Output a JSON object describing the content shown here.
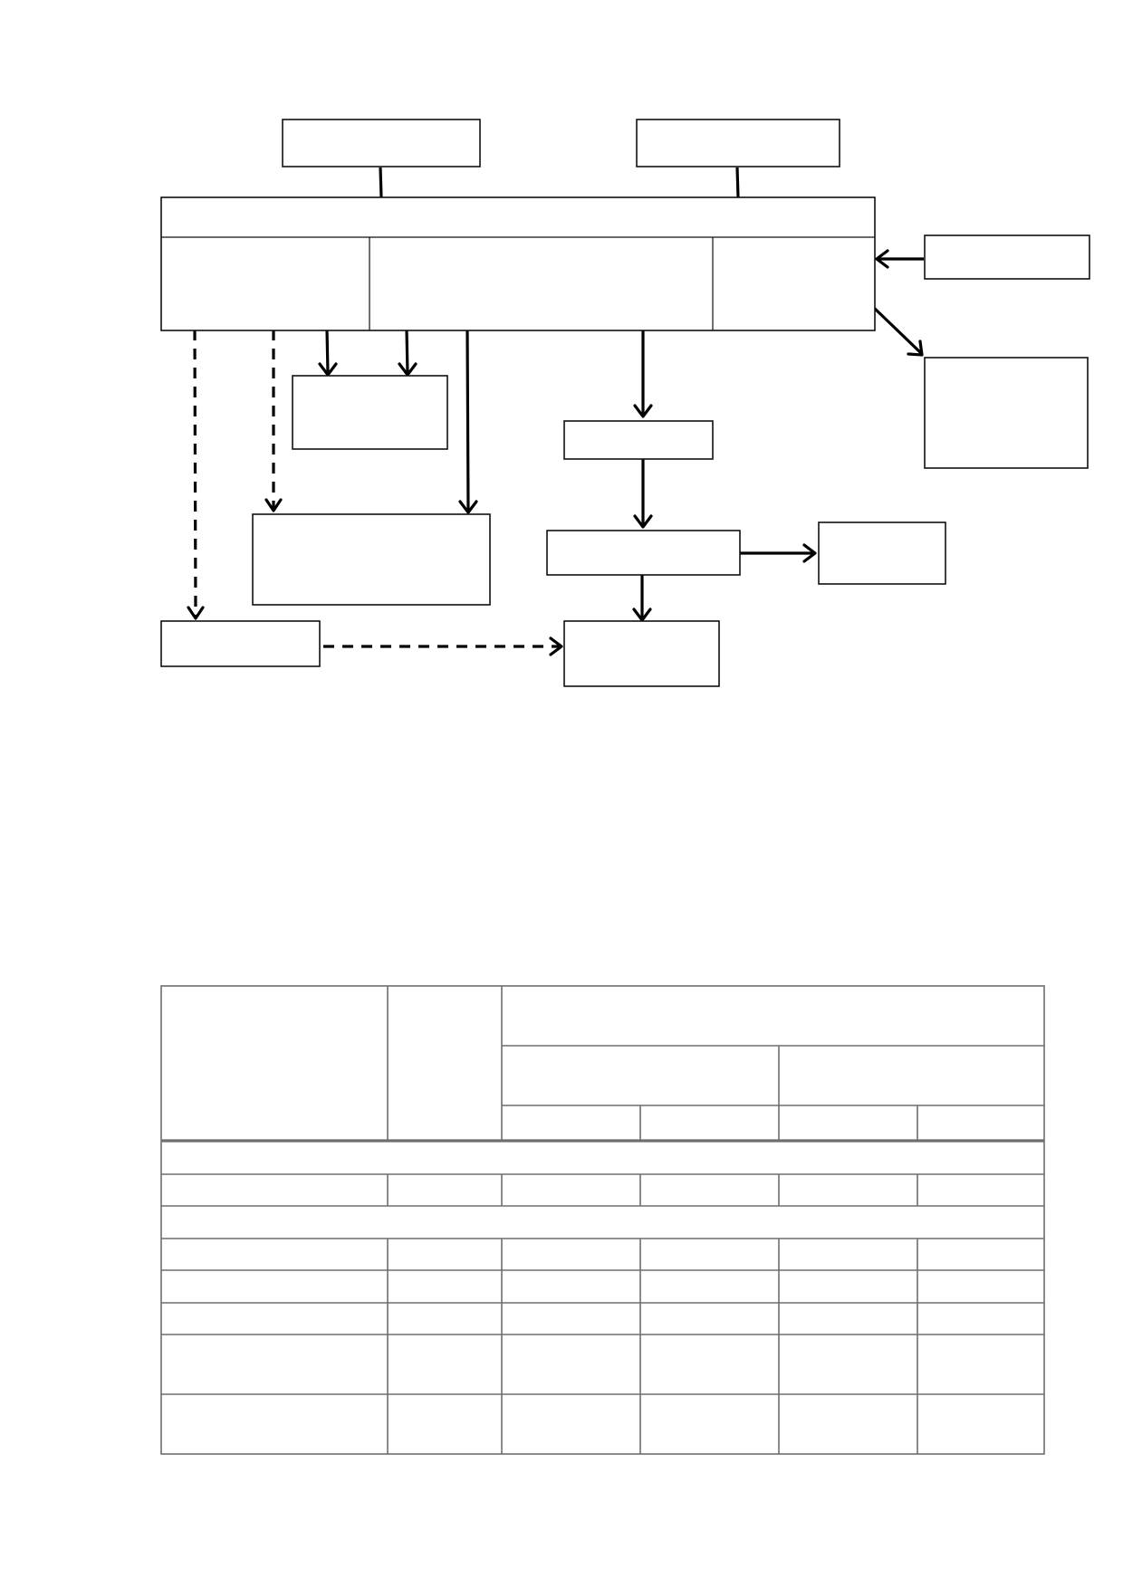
{
  "diagram": {
    "flow_chart": {
      "nodes": [
        {
          "id": "top_left"
        },
        {
          "id": "top_right"
        },
        {
          "id": "main_block"
        },
        {
          "id": "right_input"
        },
        {
          "id": "right_output"
        },
        {
          "id": "mid_left_small"
        },
        {
          "id": "center_small"
        },
        {
          "id": "left_large"
        },
        {
          "id": "center_wide"
        },
        {
          "id": "right_mid"
        },
        {
          "id": "bottom_left"
        },
        {
          "id": "bottom_center"
        }
      ],
      "edges": [
        {
          "from": "top_left",
          "to": "main_block",
          "style": "solid",
          "arrow": false
        },
        {
          "from": "top_right",
          "to": "main_block",
          "style": "solid",
          "arrow": false
        },
        {
          "from": "right_input",
          "to": "main_block",
          "style": "solid",
          "arrow": true
        },
        {
          "from": "main_block",
          "to": "right_output",
          "style": "solid",
          "arrow": true
        },
        {
          "from": "main_block",
          "to": "mid_left_small",
          "style": "solid",
          "arrow": true
        },
        {
          "from": "main_block",
          "to": "mid_left_small",
          "style": "solid",
          "arrow": true
        },
        {
          "from": "main_block",
          "to": "left_large",
          "style": "solid",
          "arrow": true
        },
        {
          "from": "main_block",
          "to": "left_large",
          "style": "dashed",
          "arrow": true
        },
        {
          "from": "main_block",
          "to": "bottom_left",
          "style": "dashed",
          "arrow": true
        },
        {
          "from": "main_block",
          "to": "center_small",
          "style": "solid",
          "arrow": true
        },
        {
          "from": "center_small",
          "to": "center_wide",
          "style": "solid",
          "arrow": true
        },
        {
          "from": "center_wide",
          "to": "right_mid",
          "style": "solid",
          "arrow": true
        },
        {
          "from": "center_wide",
          "to": "bottom_center",
          "style": "solid",
          "arrow": true
        },
        {
          "from": "bottom_left",
          "to": "bottom_center",
          "style": "dashed",
          "arrow": true
        }
      ]
    }
  },
  "table": {
    "header_rows": 3,
    "body_rows": 8,
    "columns": 6,
    "cells": []
  }
}
